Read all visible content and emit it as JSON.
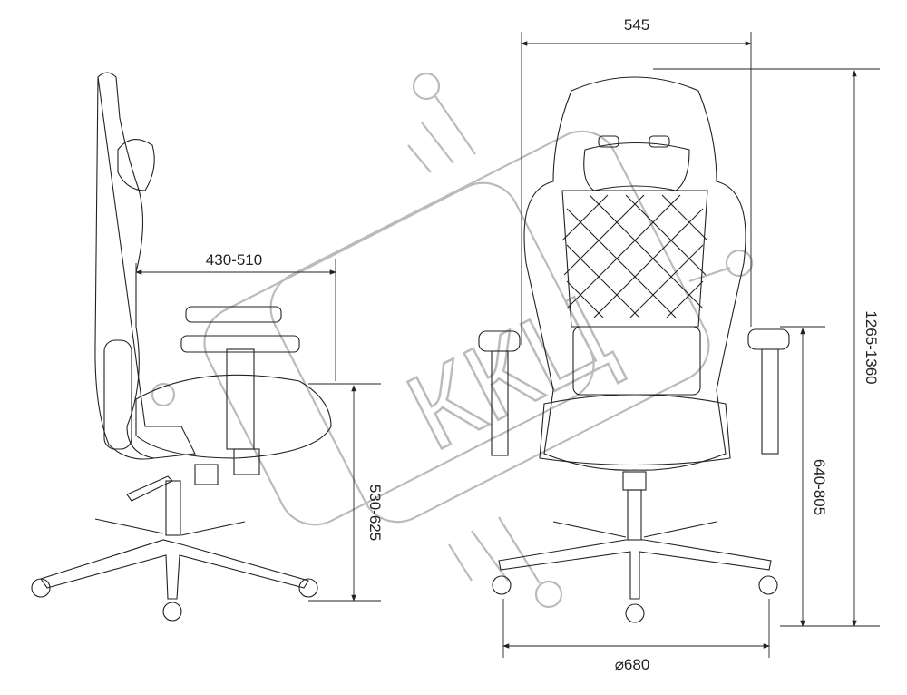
{
  "dimensions": {
    "back_width": "545",
    "seat_depth": "430-510",
    "total_height": "1265-1360",
    "seat_height": "530-625",
    "armrest_height": "640-805",
    "base_diameter": "⌀680"
  },
  "watermark": "ККЦ",
  "colors": {
    "line": "#222222",
    "watermark": "#bbbbbb"
  }
}
